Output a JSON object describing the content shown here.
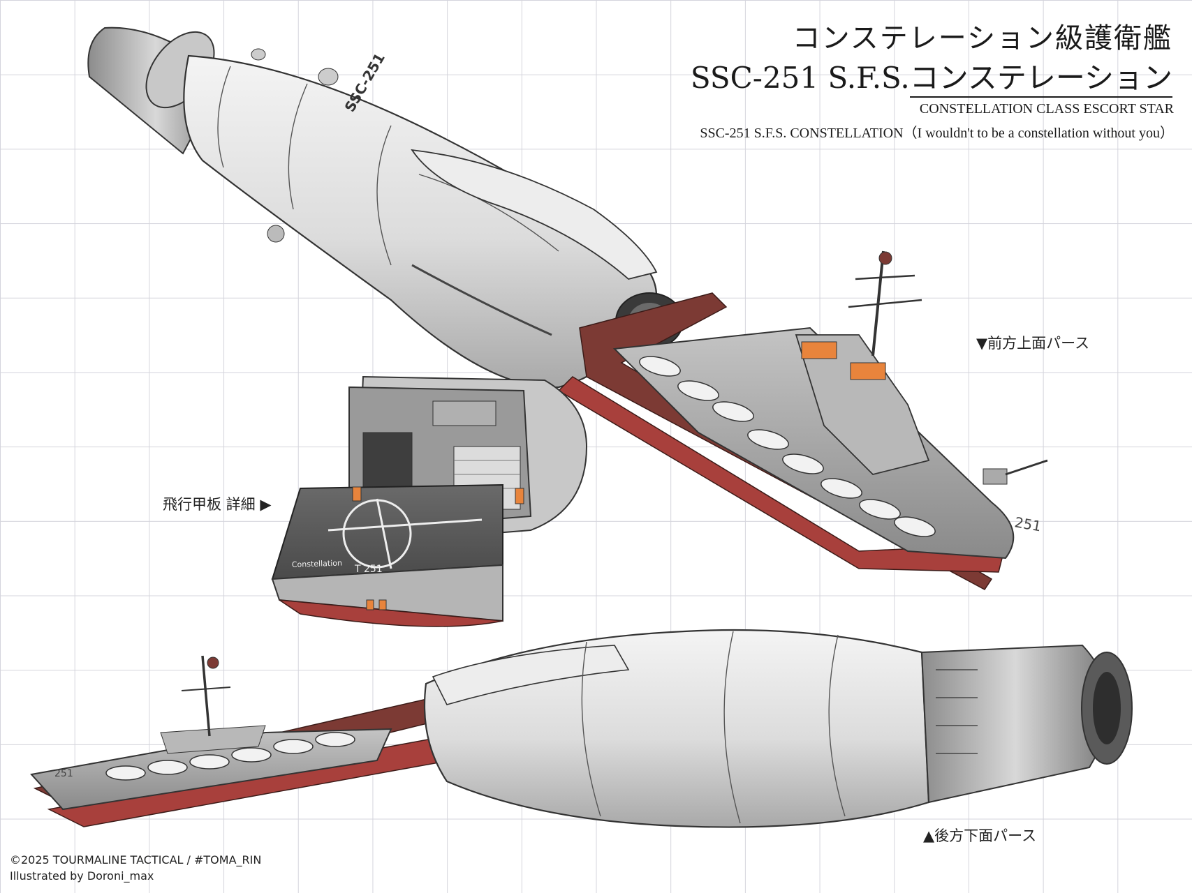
{
  "title": {
    "jp_class": "コンステレーション級護衛艦",
    "jp_ship_prefix": "SSC-251 S.F.S.",
    "jp_ship_name": "コンステレーション",
    "en_class": "CONSTELLATION CLASS ESCORT STAR",
    "en_ship": "SSC-251 S.F.S. CONSTELLATION（I wouldn't to be a constellation without you）"
  },
  "captions": {
    "front_view": "▼前方上面パース",
    "deck_detail": "飛行甲板 詳細 ▶",
    "rear_view": "▲後方下面パース"
  },
  "hull_markings": {
    "hull_number": "251",
    "top_marking": "SSC-251",
    "deck_name": "Constellation",
    "deck_number": "T 251"
  },
  "credits": {
    "copyright": "©2025 TOURMALINE TACTICAL / #TOMA_RIN",
    "illustrator": "Illustrated by Doroni_max"
  },
  "colors": {
    "hull_white": "#e6e6e6",
    "hull_gray": "#9a9a9a",
    "keel_red": "#a8403c",
    "strut_red": "#7c3a34",
    "accent_orange": "#e8843c",
    "grid_line": "#d4d4dc"
  }
}
